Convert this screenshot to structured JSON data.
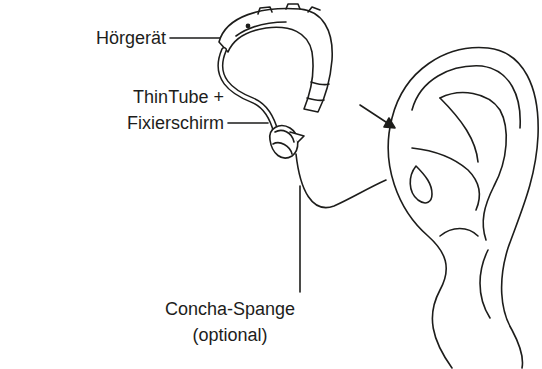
{
  "diagram": {
    "labels": [
      "Hörgerät",
      "ThinTube + Fixierschirm",
      "Concha-Spange (optional)"
    ]
  }
}
